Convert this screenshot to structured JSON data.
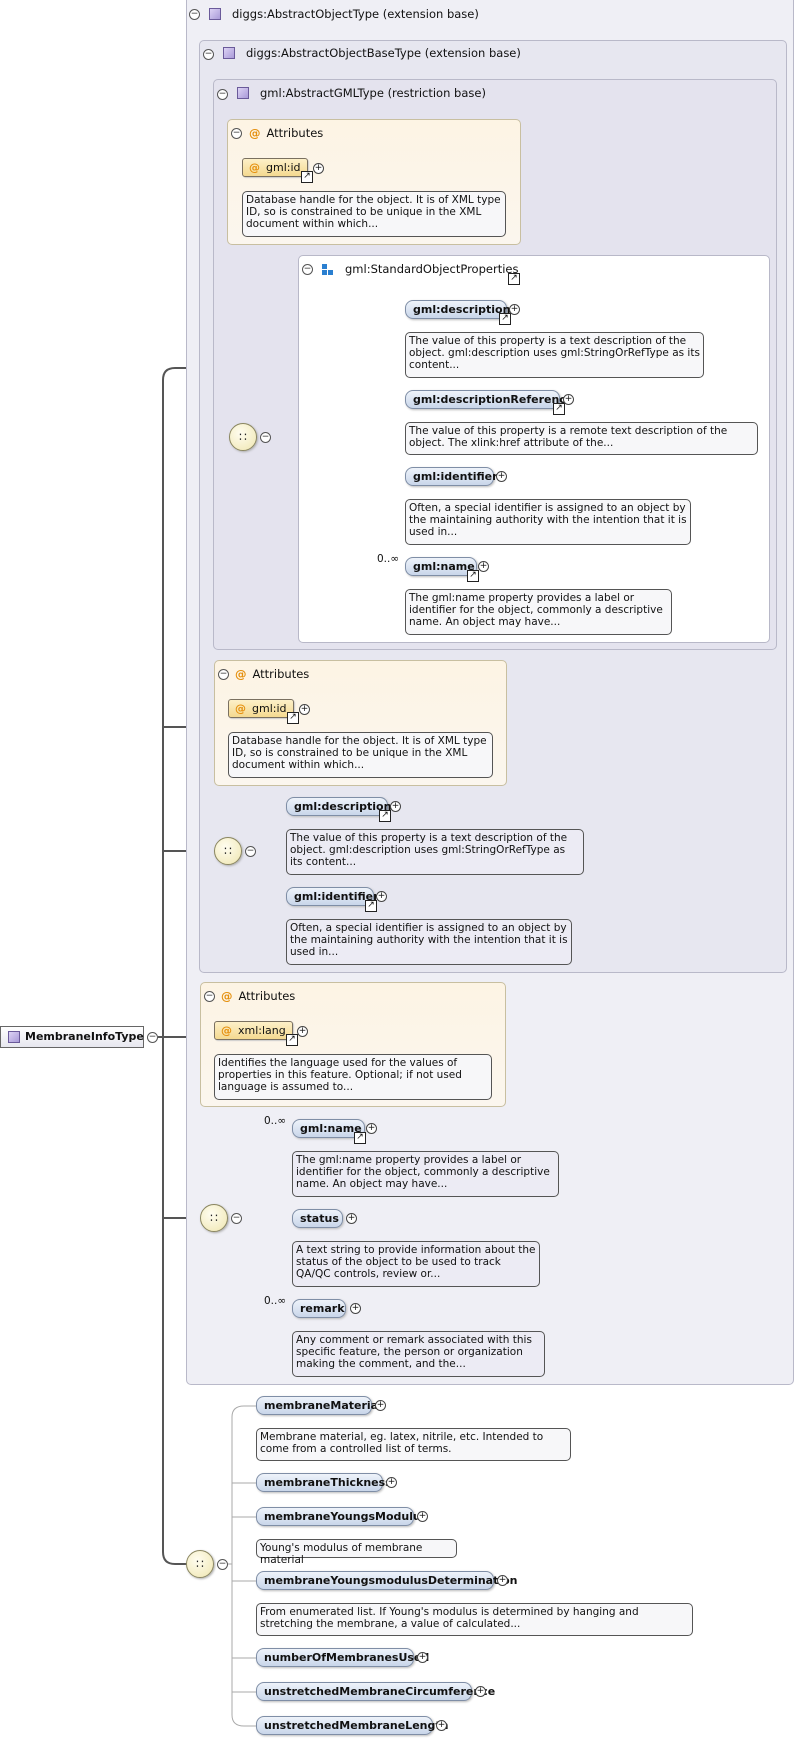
{
  "root": {
    "label": "MembraneInfoType"
  },
  "frames": {
    "abstract_object": "diggs:AbstractObjectType (extension base)",
    "abstract_object_base": "diggs:AbstractObjectBaseType (extension base)",
    "abstract_gml": "gml:AbstractGMLType (restriction base)"
  },
  "gml_attrs": {
    "title": "Attributes",
    "attr": "gml:id",
    "desc": "Database handle for the object. It is of XML type ID, so is constrained to be unique in the XML document within which..."
  },
  "std_props": {
    "title": "gml:StandardObjectProperties",
    "items": [
      {
        "name": "gml:description",
        "desc": "The value of this property is a text description of the object. gml:description uses gml:StringOrRefType as its content..."
      },
      {
        "name": "gml:descriptionReference",
        "desc": "The value of this property is a remote text description of the object. The xlink:href attribute of the..."
      },
      {
        "name": "gml:identifier",
        "desc": "Often, a special identifier is assigned to an object by the maintaining authority with the intention that it is used in..."
      },
      {
        "name": "gml:name",
        "occurs": "0..∞",
        "desc": "The gml:name property provides a label or identifier for the object, commonly a descriptive name. An object may have..."
      }
    ]
  },
  "base_attrs": {
    "title": "Attributes",
    "attr": "gml:id",
    "desc": "Database handle for the object. It is of XML type ID, so is constrained to be unique in the XML document within which..."
  },
  "base_seq": [
    {
      "name": "gml:description",
      "desc": "The value of this property is a text description of the object. gml:description uses gml:StringOrRefType as its content..."
    },
    {
      "name": "gml:identifier",
      "desc": "Often, a special identifier is assigned to an object by the maintaining authority with the intention that it is used in..."
    }
  ],
  "obj_attrs": {
    "title": "Attributes",
    "attr": "xml:lang",
    "desc": "Identifies the language used for the values of properties in this feature. Optional; if not used language is assumed to..."
  },
  "obj_seq": [
    {
      "name": "gml:name",
      "occurs": "0..∞",
      "desc": "The gml:name property provides a label or identifier for the object, commonly a descriptive name. An object may have..."
    },
    {
      "name": "status",
      "desc": "A text string to provide information about the status of the object to be used to track QA/QC controls, review or..."
    },
    {
      "name": "remark",
      "occurs": "0..∞",
      "desc": "Any comment or remark associated with this specific feature, the person or organization making the comment, and the..."
    }
  ],
  "membrane_seq": [
    {
      "name": "membraneMaterial",
      "desc": "Membrane material, eg. latex, nitrile, etc. Intended to come from a controlled list of terms."
    },
    {
      "name": "membraneThickness"
    },
    {
      "name": "membraneYoungsModulus",
      "desc": "Young's modulus of membrane material"
    },
    {
      "name": "membraneYoungsmodulusDetermination",
      "desc": "From enumerated list. If Young's modulus is determined by hanging and stretching the membrane, a value of calculated..."
    },
    {
      "name": "numberOfMembranesUsed"
    },
    {
      "name": "unstretchedMembraneCircumference"
    },
    {
      "name": "unstretchedMembraneLength"
    }
  ],
  "icons": {
    "collapse": "−",
    "expand": "+",
    "reference": "↗",
    "sequence": "∷"
  }
}
